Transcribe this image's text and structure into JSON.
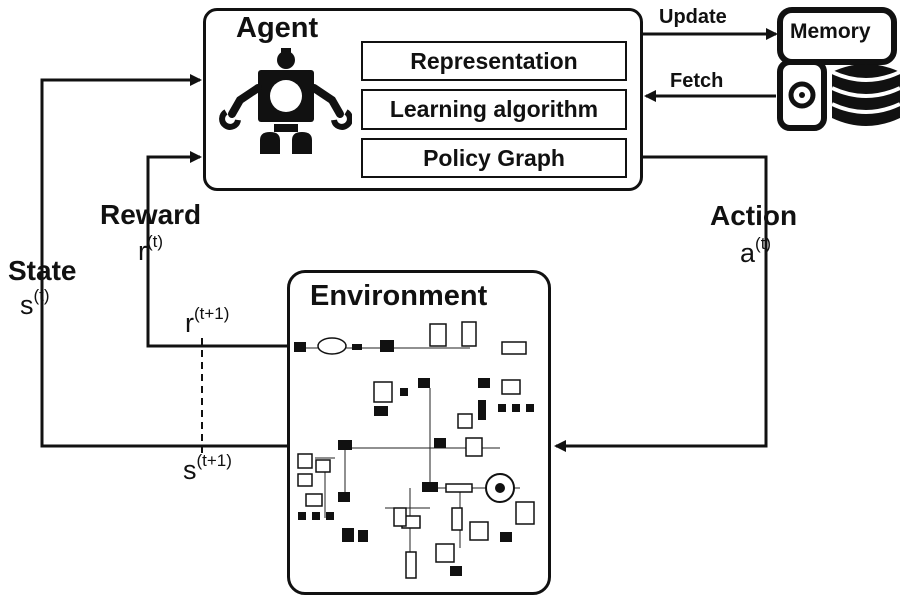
{
  "agent": {
    "title": "Agent",
    "modules": [
      "Representation",
      "Learning algorithm",
      "Policy Graph"
    ],
    "icon": "robot-icon"
  },
  "memory": {
    "title": "Memory",
    "icon": "database-icon"
  },
  "environment": {
    "title": "Environment",
    "icon": "network-topology"
  },
  "arrows": {
    "update": "Update",
    "fetch": "Fetch"
  },
  "signals": {
    "state_label": "State",
    "state_symbol": "s",
    "state_sup": "(t)",
    "reward_label": "Reward",
    "reward_symbol": "r",
    "reward_sup": "(t)",
    "action_label": "Action",
    "action_symbol": "a",
    "action_sup": "(t)",
    "next_reward_symbol": "r",
    "next_reward_sup": "(t+1)",
    "next_state_symbol": "s",
    "next_state_sup": "(t+1)"
  }
}
